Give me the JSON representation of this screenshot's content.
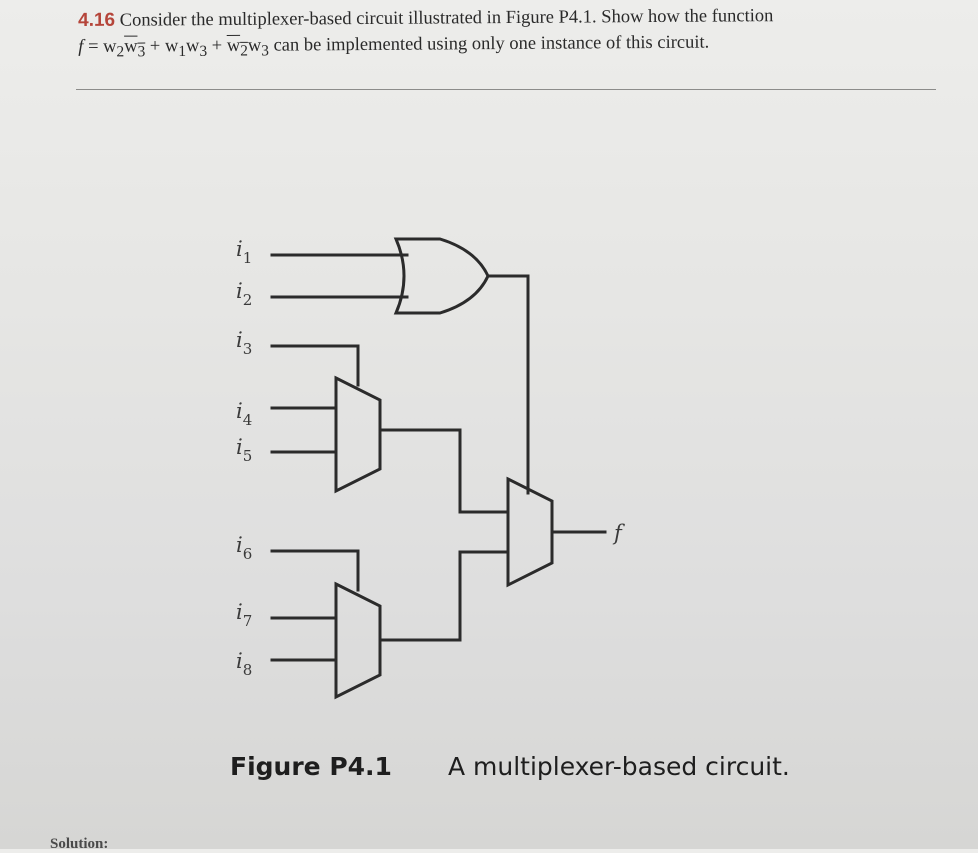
{
  "problem": {
    "number": "4.16",
    "line1": "Consider the multiplexer-based circuit illustrated in Figure P4.1. Show how the function",
    "formula_f": "f",
    "formula_eq": " = ",
    "t1a": "w",
    "t1a_sub": "2",
    "t1b": "w",
    "t1b_sub": "3",
    "plus1": " + ",
    "t2a": "w",
    "t2a_sub": "1",
    "t2b": "w",
    "t2b_sub": "3",
    "plus2": " + ",
    "t3a": "w",
    "t3a_sub": "2",
    "t3b": "w",
    "t3b_sub": "3",
    "line2_rest": " can be implemented using only one instance of this circuit."
  },
  "inputs": [
    {
      "letter": "i",
      "sub": "1"
    },
    {
      "letter": "i",
      "sub": "2"
    },
    {
      "letter": "i",
      "sub": "3"
    },
    {
      "letter": "i",
      "sub": "4"
    },
    {
      "letter": "i",
      "sub": "5"
    },
    {
      "letter": "i",
      "sub": "6"
    },
    {
      "letter": "i",
      "sub": "7"
    },
    {
      "letter": "i",
      "sub": "8"
    }
  ],
  "output_label": "f",
  "caption": {
    "title": "Figure P4.1",
    "description": "A multiplexer-based circuit."
  },
  "footer_text": "Solution:"
}
